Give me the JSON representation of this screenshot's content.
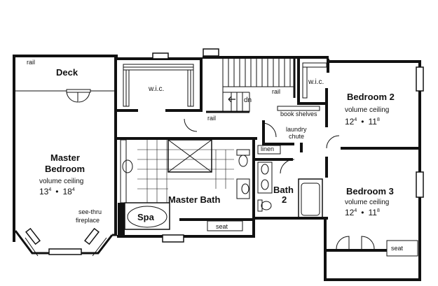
{
  "labels": {
    "rail_top_left": "rail",
    "deck": "Deck",
    "wic_left": "w.i.c.",
    "wic_right": "w.i.c.",
    "rail_stair_right": "rail",
    "dn": "dn",
    "rail_landing": "rail",
    "book_shelves": "book shelves",
    "laundry_chute_1": "laundry",
    "laundry_chute_2": "chute",
    "linen": "linen",
    "bedroom2_name": "Bedroom 2",
    "bedroom2_ceiling": "volume ceiling",
    "bedroom2_dim_a": "12",
    "bedroom2_dim_a_sup": "4",
    "bedroom2_dim_b": "11",
    "bedroom2_dim_b_sup": "8",
    "master_bedroom_1": "Master",
    "master_bedroom_2": "Bedroom",
    "master_ceiling": "volume ceiling",
    "master_dim_a": "13",
    "master_dim_a_sup": "4",
    "master_dim_b": "18",
    "master_dim_b_sup": "4",
    "master_bath": "Master Bath",
    "bath2_1": "Bath",
    "bath2_2": "2",
    "bedroom3_name": "Bedroom 3",
    "bedroom3_ceiling": "volume ceiling",
    "bedroom3_dim_a": "12",
    "bedroom3_dim_a_sup": "4",
    "bedroom3_dim_b": "11",
    "bedroom3_dim_b_sup": "8",
    "fireplace_1": "see-thru",
    "fireplace_2": "fireplace",
    "spa": "Spa",
    "seat_bath": "seat",
    "seat_bed3": "seat",
    "dot": "•"
  }
}
